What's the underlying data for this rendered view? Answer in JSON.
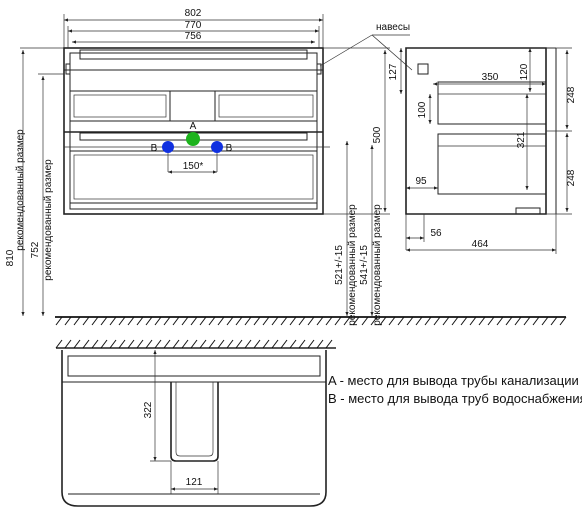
{
  "colors": {
    "drain_marker": "#1db31d",
    "water_marker": "#1030e0",
    "line": "#222222",
    "background": "#ffffff"
  },
  "front_view": {
    "width_overall": "802",
    "width_inner": "770",
    "width_top": "756",
    "height_total": "810",
    "height_recommended": "752",
    "recommended_label": "рекомендованный размер",
    "height_body": "500",
    "drain_height": "521+/-15",
    "water_height": "541+/-15",
    "pipe_spacing": "150*",
    "marker_a": "A",
    "marker_b": "B",
    "hinge_label": "навесы"
  },
  "side_view": {
    "depth_total": "464",
    "shelf_depth": "350",
    "dim_127": "127",
    "dim_120": "120",
    "dim_100": "100",
    "dim_321": "321",
    "dim_95": "95",
    "dim_56": "56",
    "drawer_upper": "248",
    "drawer_lower": "248"
  },
  "plan_view": {
    "cutout_depth": "322",
    "cutout_width": "121"
  },
  "legend": {
    "a": "A - место для вывода трубы канализации",
    "b": "B - место для вывода труб водоснабжения"
  }
}
